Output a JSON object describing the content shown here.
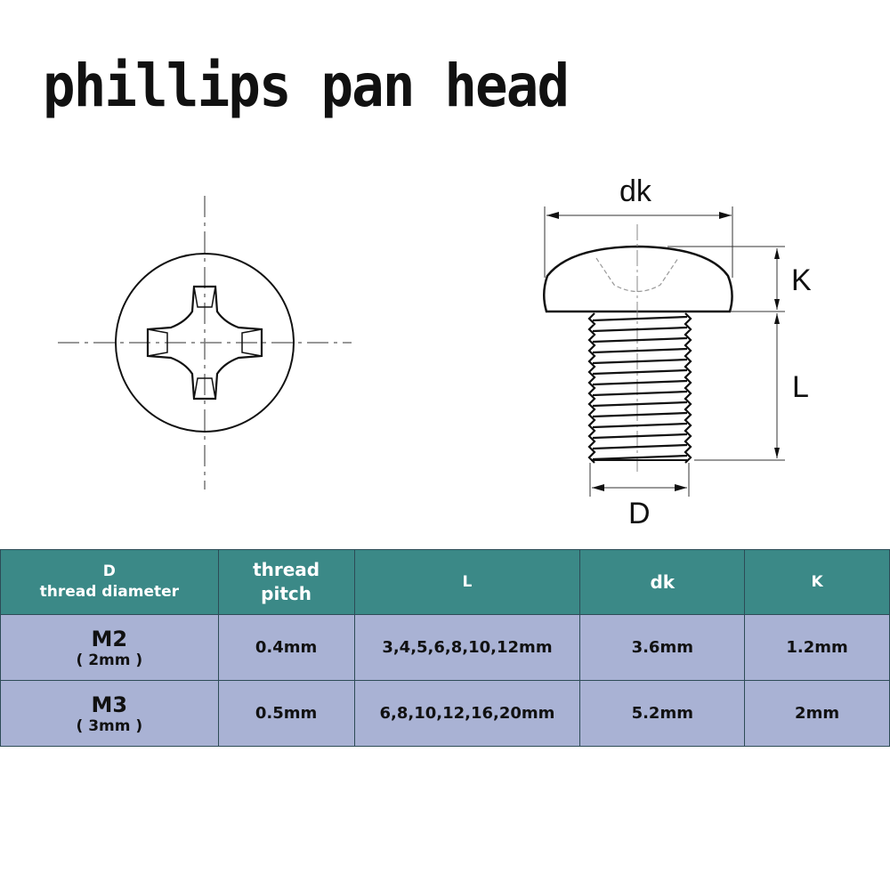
{
  "title": "phillips pan head",
  "diagram": {
    "labels": {
      "dk": "dk",
      "k": "K",
      "l": "L",
      "d": "D"
    }
  },
  "table": {
    "headers": [
      {
        "line1": "D",
        "line2": "thread diameter"
      },
      {
        "line1": "thread",
        "line2": "pitch"
      },
      {
        "line1": "L"
      },
      {
        "line1": "dk"
      },
      {
        "line1": "K"
      }
    ],
    "rows": [
      {
        "size": "M2",
        "diameter": "( 2mm )",
        "pitch": "0.4mm",
        "lengths": "3,4,5,6,8,10,12mm",
        "dk": "3.6mm",
        "k": "1.2mm"
      },
      {
        "size": "M3",
        "diameter": "( 3mm )",
        "pitch": "0.5mm",
        "lengths": "6,8,10,12,16,20mm",
        "dk": "5.2mm",
        "k": "2mm"
      }
    ]
  }
}
